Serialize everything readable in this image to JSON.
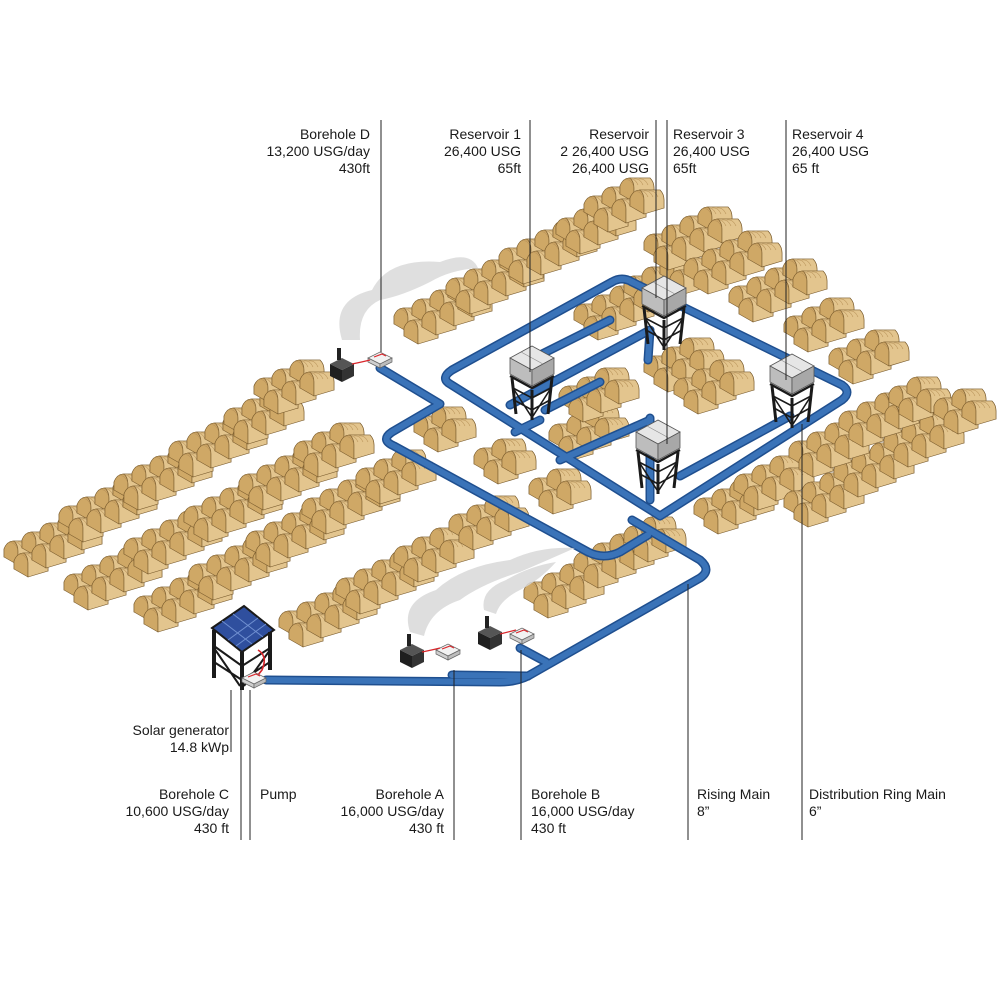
{
  "labels": {
    "borehole_d": {
      "lines": [
        "Borehole D",
        "13,200 USG/day",
        "430ft"
      ]
    },
    "reservoir_1": {
      "lines": [
        "Reservoir 1",
        "26,400 USG",
        "65ft"
      ]
    },
    "reservoir_2": {
      "lines": [
        "Reservoir",
        "2 26,400 USG",
        "26,400 USG"
      ]
    },
    "reservoir_3": {
      "lines": [
        "Reservoir 3",
        "26,400 USG",
        "65ft"
      ]
    },
    "reservoir_4": {
      "lines": [
        "Reservoir 4",
        "26,400 USG",
        "65 ft"
      ]
    },
    "solar": {
      "lines": [
        "Solar generator",
        "14.8 kWp"
      ]
    },
    "borehole_c": {
      "lines": [
        "Borehole C",
        "10,600 USG/day",
        "430 ft"
      ]
    },
    "pump": {
      "lines": [
        "Pump"
      ]
    },
    "borehole_a": {
      "lines": [
        "Borehole A",
        "16,000 USG/day",
        "430 ft"
      ]
    },
    "borehole_b": {
      "lines": [
        "Borehole B",
        "16,000 USG/day",
        "430 ft"
      ]
    },
    "rising_main": {
      "lines": [
        "Rising Main",
        "8”"
      ]
    },
    "ring_main": {
      "lines": [
        "Distribution Ring Main",
        "6”"
      ]
    }
  },
  "colors": {
    "pipe": "#3a73b8",
    "pipe_edge": "#1f4f8f",
    "shelter": "#dcb87a",
    "shelter_shade": "#b9935a",
    "shelter_edge": "#7a5c2e",
    "tower": "#1a1a1a",
    "tank": "#c9c9c9",
    "smoke": "#d6d6d6",
    "cable": "#d9262b",
    "solar_panel": "#2f4f9e"
  },
  "icons": [
    "generator-icon",
    "water-tower-icon",
    "solar-panel-icon",
    "shelter-icon",
    "pump-box-icon",
    "smoke-plume-icon"
  ]
}
